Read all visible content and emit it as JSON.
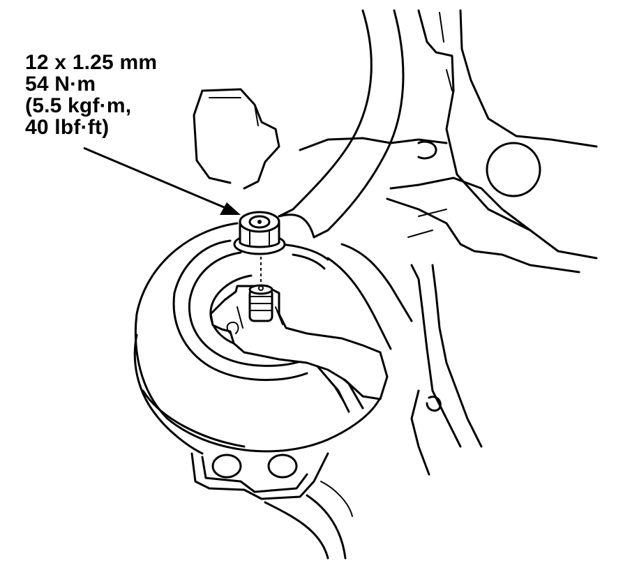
{
  "callout": {
    "line1": "12 x 1.25 mm",
    "line2": "54 N·m",
    "line3": "(5.5 kgf·m,",
    "line4": "40 lbf·ft)"
  },
  "colors": {
    "line": "#000000",
    "background": "#ffffff"
  }
}
